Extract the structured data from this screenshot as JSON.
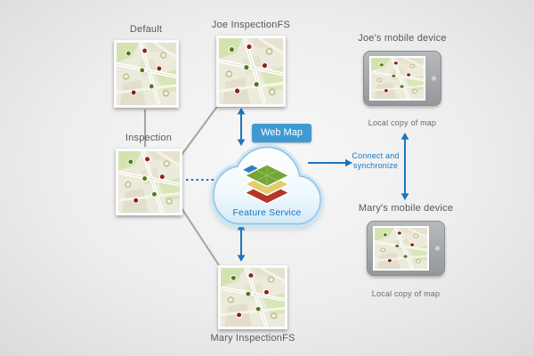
{
  "nodes": {
    "default_version": {
      "label": "Default"
    },
    "joe_version": {
      "label": "Joe InspectionFS"
    },
    "inspection_version": {
      "label": "Inspection"
    },
    "mary_version": {
      "label": "Mary InspectionFS"
    }
  },
  "center": {
    "web_map": "Web Map",
    "feature_service": "Feature Service"
  },
  "devices": {
    "joe": {
      "title": "Joe's mobile device",
      "caption": "Local copy of map"
    },
    "mary": {
      "title": "Mary's mobile device",
      "caption": "Local copy of map"
    }
  },
  "labels": {
    "sync": "Connect and synchronize"
  },
  "colors": {
    "accent_blue": "#1b75bb",
    "badge_blue": "#3f9ad2",
    "connector_gray": "#a3a3a3",
    "text_gray": "#57585a",
    "cloud_stroke": "#8fc3e4",
    "layer_green": "#74a634",
    "layer_yellow": "#e4cd6d",
    "layer_red": "#b5352a",
    "dot_green": "#4e7d1d",
    "dot_red": "#8e1f1f",
    "dot_pale": "#f5f0c8"
  }
}
